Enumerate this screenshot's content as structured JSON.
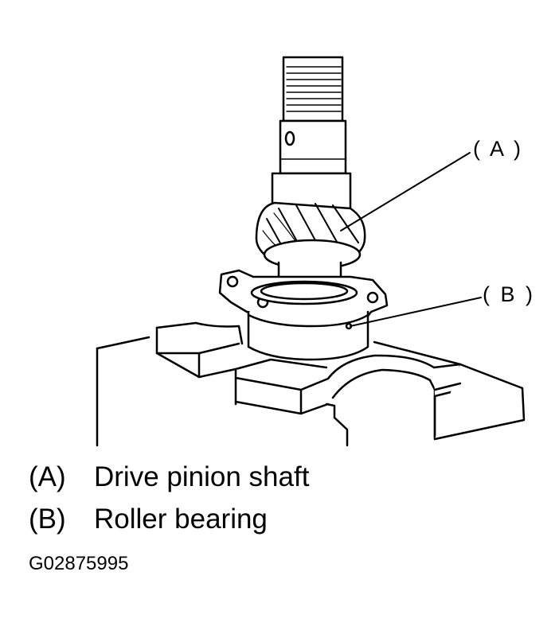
{
  "callouts": {
    "a": "( A )",
    "b": "( B )"
  },
  "legend": [
    {
      "key": "(A)",
      "text": "Drive pinion shaft"
    },
    {
      "key": "(B)",
      "text": "Roller bearing"
    }
  ],
  "figure_id": "G02875995"
}
